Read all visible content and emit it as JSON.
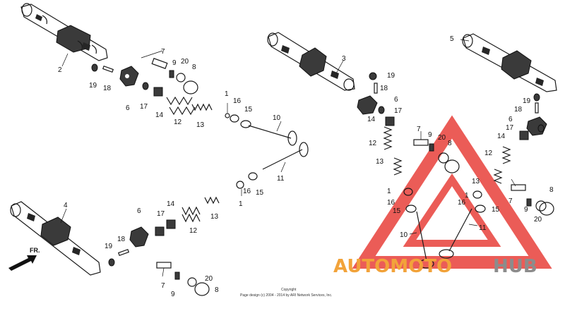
{
  "diagram": {
    "callouts": [
      "1",
      "2",
      "3",
      "4",
      "5",
      "6",
      "7",
      "8",
      "9",
      "10",
      "11",
      "12",
      "13",
      "14",
      "15",
      "16",
      "17",
      "18",
      "19",
      "20"
    ],
    "direction_label": "FR.",
    "copyright_line1": "Copyright",
    "copyright_line2": "Page design (c) 2004 - 2014 by ARI Network Services, Inc."
  },
  "watermark": {
    "word_orange": "AUTOMOTO",
    "word_grey": "HUB",
    "colors": {
      "red": "#e8403a",
      "orange": "#f2a33a",
      "grey": "#8c8c8c"
    }
  }
}
